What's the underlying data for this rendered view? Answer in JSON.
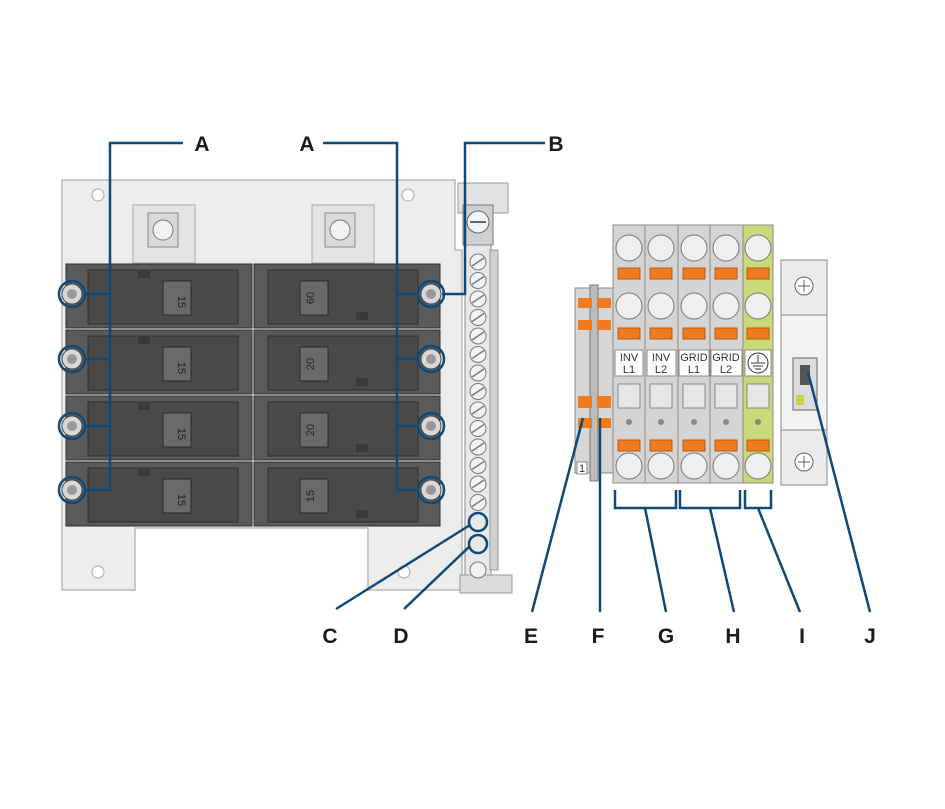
{
  "colors": {
    "leader": "#0d4a7a",
    "breaker_body": "#5a5a5a",
    "breaker_dark": "#3a3a3a",
    "panel": "#ececec",
    "terminal_gray": "#d4d4d4",
    "terminal_orange": "#f07c1f",
    "terminal_green": "#c8d87a"
  },
  "callouts": {
    "a_left": "A",
    "a_right": "A",
    "b": "B",
    "c": "C",
    "d": "D",
    "e": "E",
    "f": "F",
    "g": "G",
    "h": "H",
    "i": "I",
    "j": "J"
  },
  "breakers": {
    "left_ratings": [
      "15",
      "15",
      "15",
      "15"
    ],
    "right_ratings": [
      "60",
      "20",
      "20",
      "15"
    ]
  },
  "terminals": {
    "inv_l1": [
      "INV",
      "L1"
    ],
    "inv_l2": [
      "INV",
      "L2"
    ],
    "grid_l1": [
      "GRID",
      "L1"
    ],
    "grid_l2": [
      "GRID",
      "L2"
    ],
    "small_block_number": "1"
  }
}
